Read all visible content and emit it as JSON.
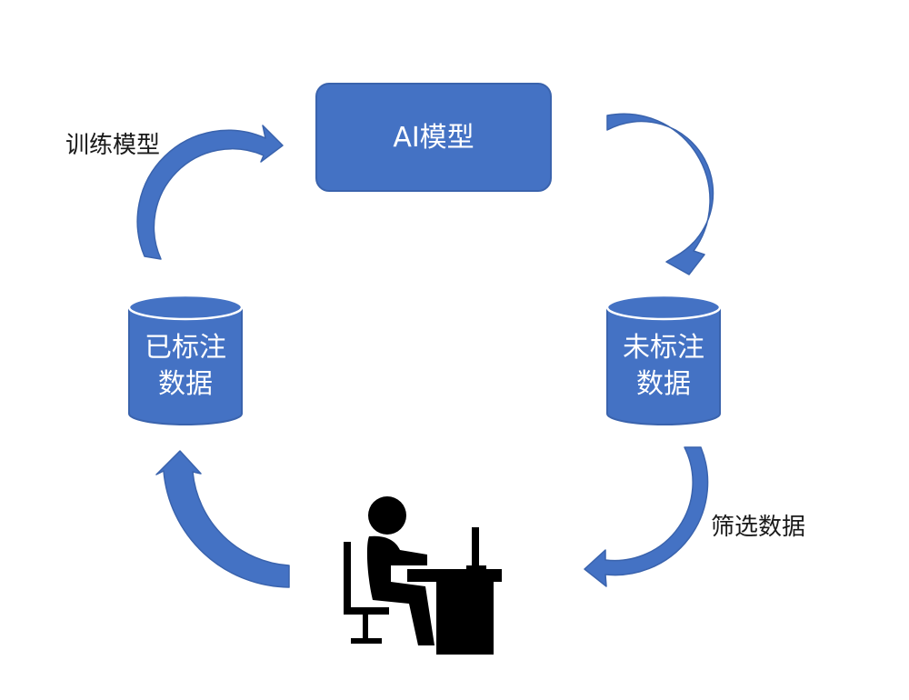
{
  "nodes": {
    "ai_model": {
      "label": "AI模型"
    },
    "unlabeled_data": {
      "line1": "未标注",
      "line2": "数据"
    },
    "labeled_data": {
      "line1": "已标注",
      "line2": "数据"
    },
    "annotator": {
      "icon": "person-at-computer-icon"
    }
  },
  "edges": {
    "train_model": "训练模型",
    "filter_data": "筛选数据"
  },
  "colors": {
    "accent": "#4472C4",
    "accent_border": "#3A63AD",
    "text_on_accent": "#FFFFFF",
    "label_text": "#1A1A1A",
    "figure": "#000000"
  }
}
